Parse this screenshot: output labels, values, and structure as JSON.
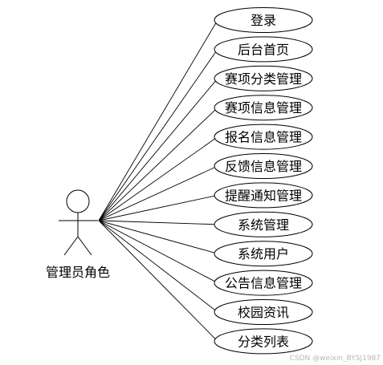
{
  "actor": {
    "label": "管理员角色"
  },
  "use_cases": [
    {
      "label": "登录"
    },
    {
      "label": "后台首页"
    },
    {
      "label": "赛项分类管理"
    },
    {
      "label": "赛项信息管理"
    },
    {
      "label": "报名信息管理"
    },
    {
      "label": "反馈信息管理"
    },
    {
      "label": "提醒通知管理"
    },
    {
      "label": "系统管理"
    },
    {
      "label": "系统用户"
    },
    {
      "label": "公告信息管理"
    },
    {
      "label": "校园资讯"
    },
    {
      "label": "分类列表"
    }
  ],
  "watermark": "CSDN @weixin_BYSJ1987"
}
